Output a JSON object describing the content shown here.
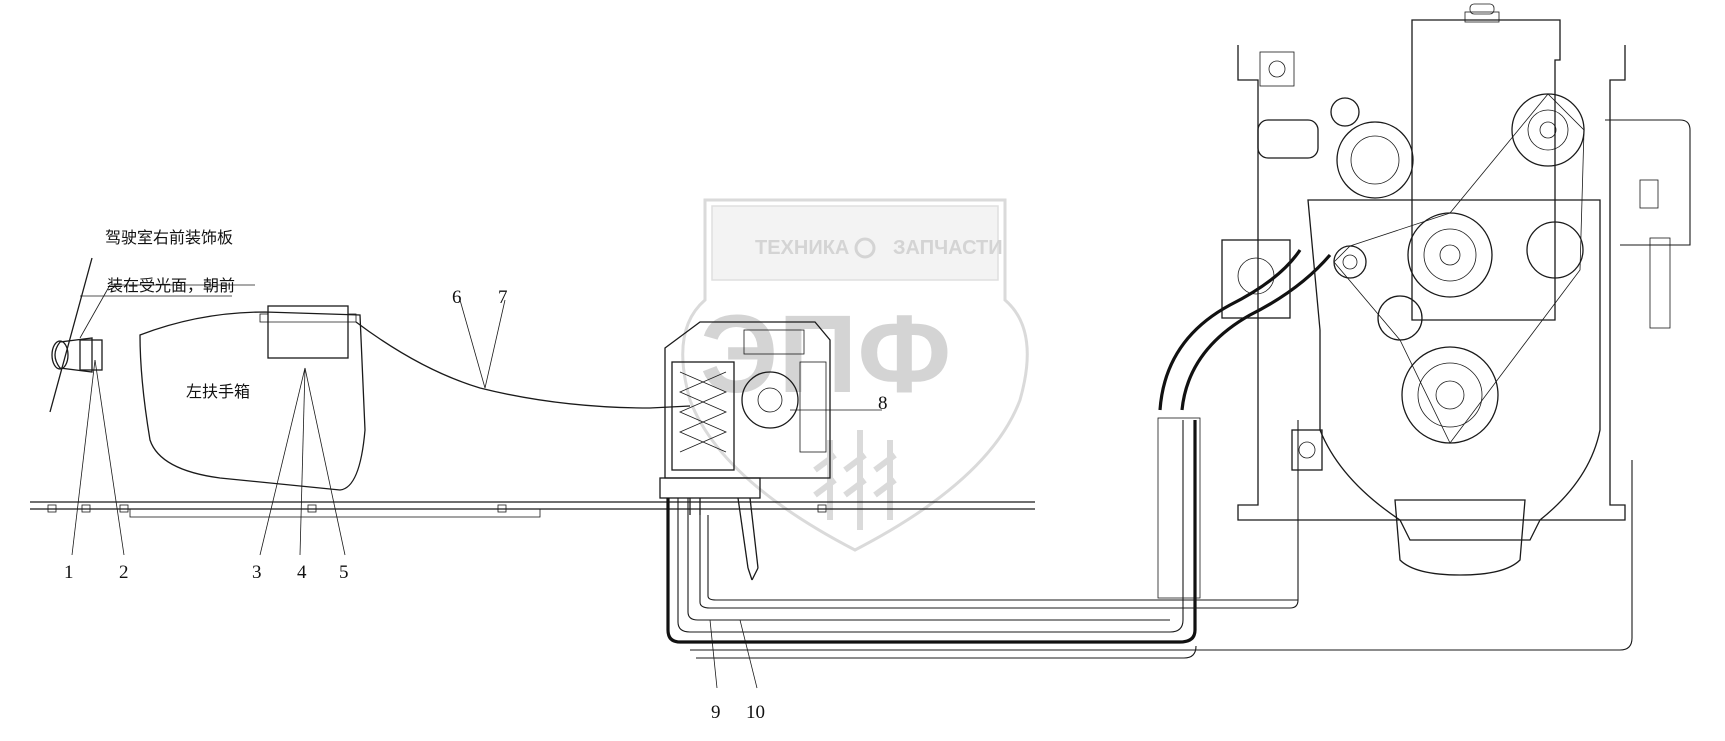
{
  "callouts": [
    {
      "id": "c1",
      "text": "1"
    },
    {
      "id": "c2",
      "text": "2"
    },
    {
      "id": "c3",
      "text": "3"
    },
    {
      "id": "c4",
      "text": "4"
    },
    {
      "id": "c5",
      "text": "5"
    },
    {
      "id": "c6",
      "text": "6"
    },
    {
      "id": "c7",
      "text": "7"
    },
    {
      "id": "c8",
      "text": "8"
    },
    {
      "id": "c9",
      "text": "9"
    },
    {
      "id": "c10",
      "text": "10"
    }
  ],
  "annotations": {
    "trim_panel": "驾驶室右前装饰板",
    "mount_note": "装在受光面，朝前",
    "armrest_box": "左扶手箱"
  },
  "watermark": {
    "brand_left": "ТЕХНИКА",
    "brand_right": "ЗАПЧАСТИ",
    "monogram": "ЭПФ"
  },
  "colors": {
    "line": "#1a1a1a",
    "watermark": "#d0d0d0",
    "background": "#ffffff"
  }
}
